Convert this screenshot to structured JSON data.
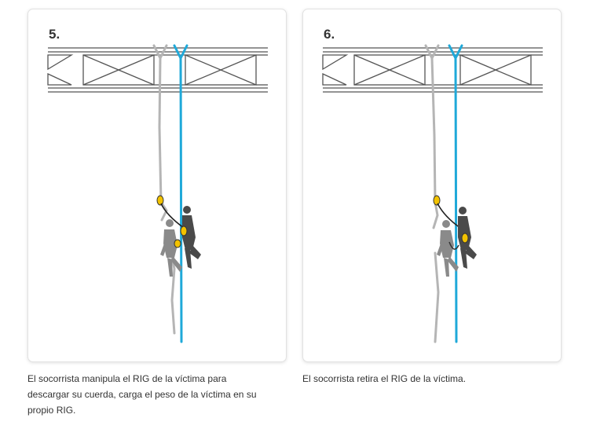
{
  "steps": [
    {
      "number": "5.",
      "caption": "El socorrista manipula el RIG de la víctima para descargar su cuerda, carga el peso de la víctima en su propio RIG."
    },
    {
      "number": "6.",
      "caption": "El socorrista retira el RIG de la víctima."
    }
  ],
  "colors": {
    "rescuer_rope": "#1fa9d9",
    "victim_rope": "#b5b5b5",
    "device": "#f2c200",
    "figure_dark": "#4a4a4a",
    "figure_light": "#8a8a8a",
    "truss": "#555555"
  }
}
